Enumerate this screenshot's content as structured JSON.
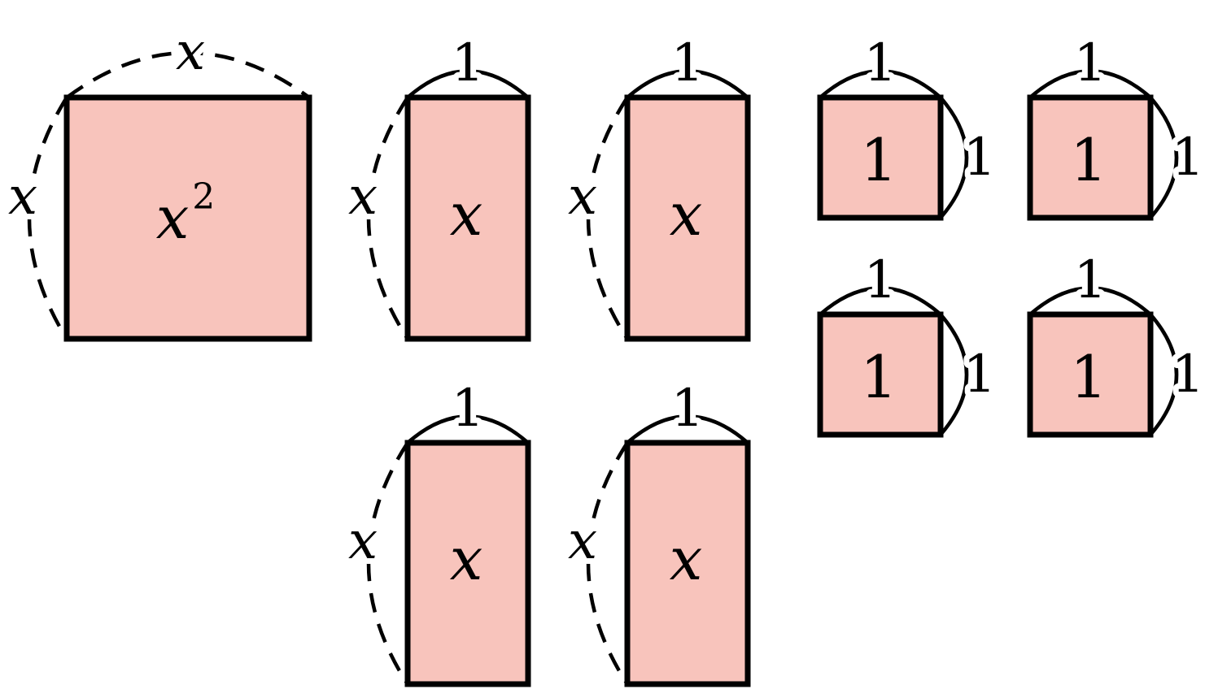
{
  "colors": {
    "tile_fill": "#f8c4bc",
    "stroke": "#000000"
  },
  "tiles": {
    "x_squared": {
      "area_var": "x",
      "area_exp": "2",
      "side_top": "x",
      "side_left": "x"
    },
    "x_rects": [
      {
        "area": "x",
        "side_top": "1",
        "side_left": "x"
      },
      {
        "area": "x",
        "side_top": "1",
        "side_left": "x"
      },
      {
        "area": "x",
        "side_top": "1",
        "side_left": "x"
      },
      {
        "area": "x",
        "side_top": "1",
        "side_left": "x"
      }
    ],
    "unit_squares": [
      {
        "area": "1",
        "side_top": "1",
        "side_right": "1"
      },
      {
        "area": "1",
        "side_top": "1",
        "side_right": "1"
      },
      {
        "area": "1",
        "side_top": "1",
        "side_right": "1"
      },
      {
        "area": "1",
        "side_top": "1",
        "side_right": "1"
      }
    ]
  }
}
